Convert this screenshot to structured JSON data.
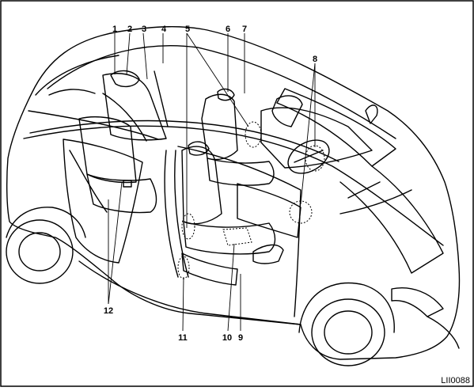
{
  "figure": {
    "code": "LII0088",
    "callouts": [
      "1",
      "2",
      "3",
      "4",
      "5",
      "6",
      "7",
      "8",
      "9",
      "10",
      "11",
      "12"
    ]
  }
}
